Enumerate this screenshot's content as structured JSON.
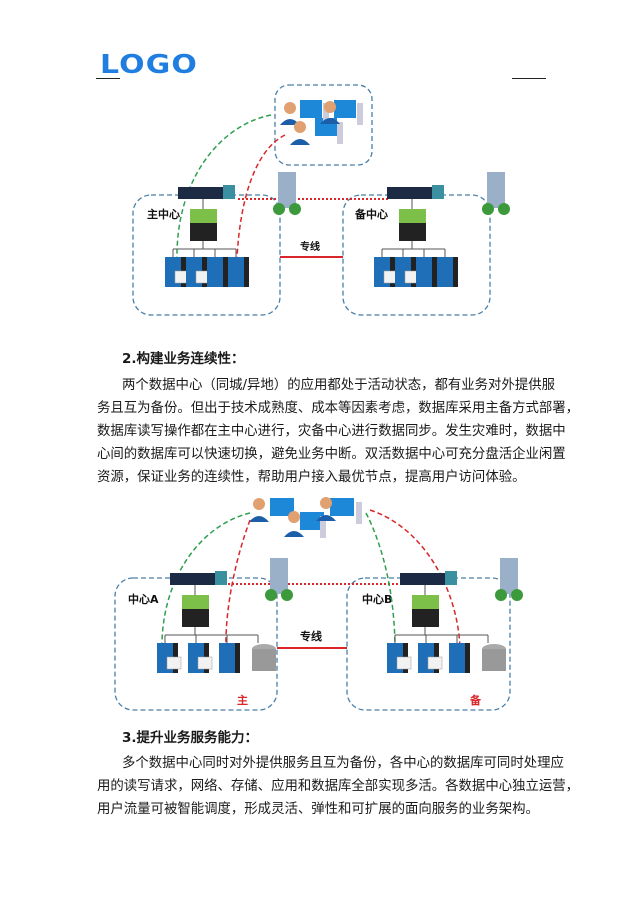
{
  "header": {
    "logo": "LOGO"
  },
  "diagram1": {
    "left_label": "主中心",
    "right_label": "备中心",
    "link_label": "专线"
  },
  "section2": {
    "heading": "2.构建业务连续性：",
    "lines": [
      "两个数据中心（同城/异地）的应用都处于活动状态，都有业务对外提供服",
      "务且互为备份。但出于技术成熟度、成本等因素考虑，数据库采用主备方式部署，",
      "数据库读写操作都在主中心进行，灾备中心进行数据同步。发生灾难时，数据中",
      "心间的数据库可以快速切换，避免业务中断。双活数据中心可充分盘活企业闲置",
      "资源，保证业务的连续性，帮助用户接入最优节点，提高用户访问体验。"
    ]
  },
  "diagram2": {
    "left_label": "中心A",
    "right_label": "中心B",
    "link_label": "专线",
    "left_db_tag": "主",
    "right_db_tag": "备"
  },
  "section3": {
    "heading": "3.提升业务服务能力：",
    "lines": [
      "多个数据中心同时对外提供服务且互为备份，各中心的数据库可同时处理应",
      "用的读写请求，网络、存储、应用和数据库全部实现多活。各数据中心独立运营，",
      "用户流量可被智能调度，形成灵活、弹性和可扩展的面向服务的业务架构。"
    ]
  },
  "colors": {
    "logo": "#1f7ee0",
    "dash_box": "#4a7fa8",
    "green_arrow": "#2e9e4f",
    "red_arrow": "#d9262a",
    "server": "#1e6fb8"
  }
}
